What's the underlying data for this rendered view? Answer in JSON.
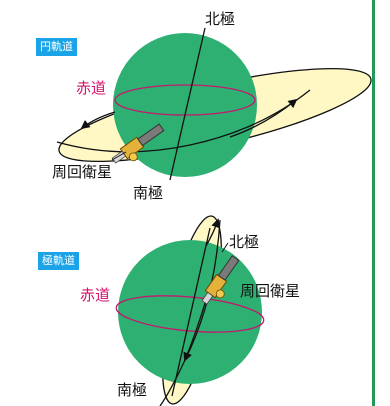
{
  "panels": [
    {
      "tag": "円軌道",
      "labels": {
        "north_pole": "北極",
        "equator": "赤道",
        "satellite": "周回衛星",
        "south_pole": "南極"
      }
    },
    {
      "tag": "極軌道",
      "labels": {
        "north_pole": "北極",
        "equator": "赤道",
        "satellite": "周回衛星",
        "south_pole": "南極"
      }
    }
  ],
  "colors": {
    "earth": "#2eb072",
    "orbit_fill": "#fff8c4",
    "equator": "#c21a6e",
    "equator_label": "#d4146e",
    "tag_bg": "#1aa3e6",
    "rule": "#1f9a57"
  }
}
